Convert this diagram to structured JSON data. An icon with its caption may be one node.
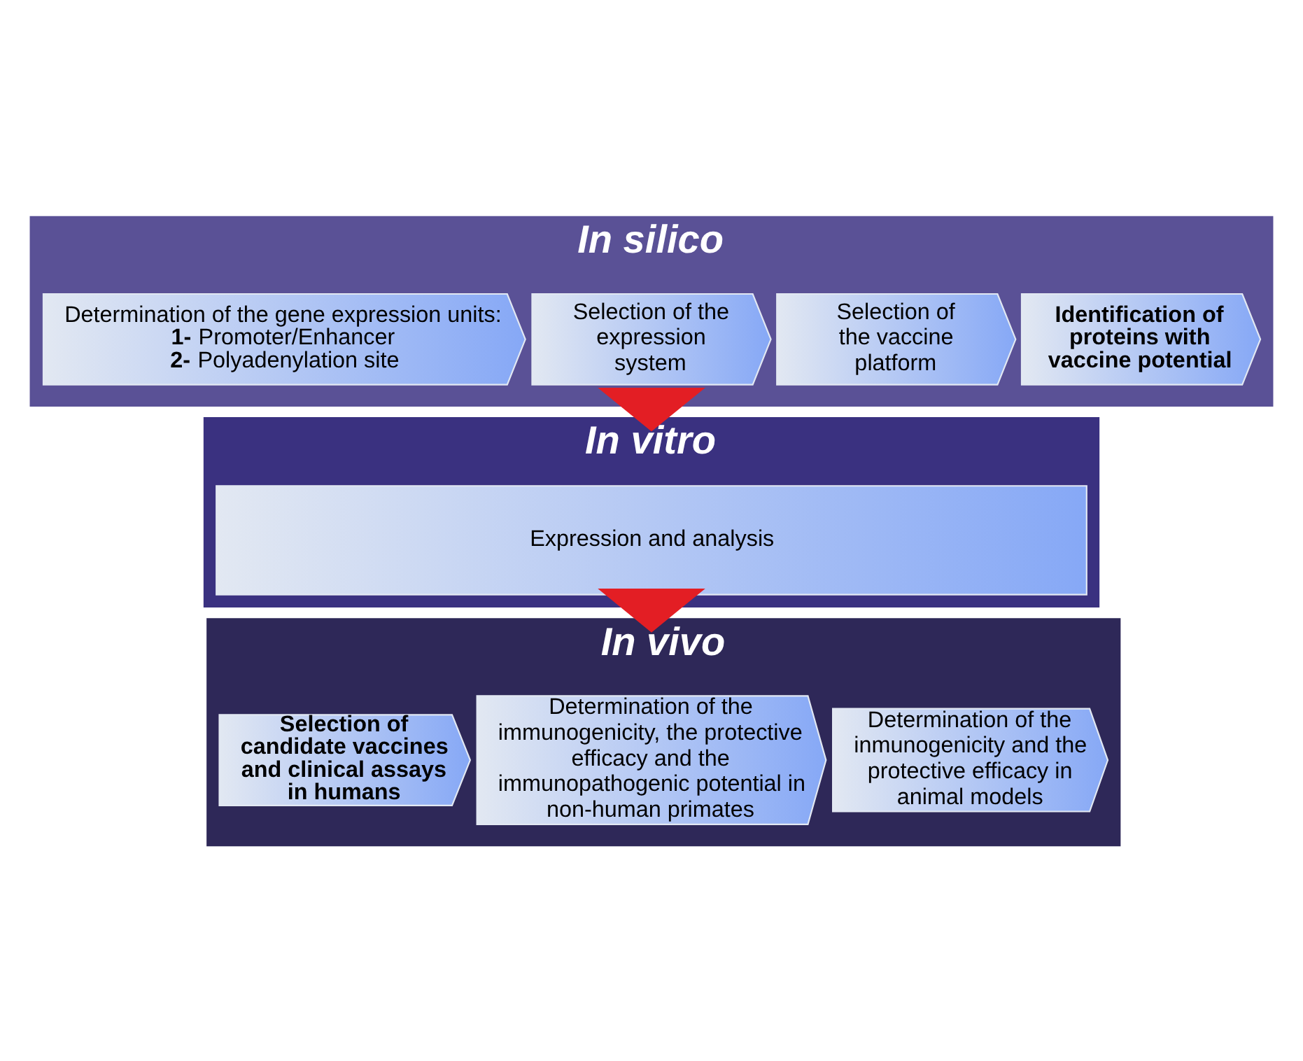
{
  "diagram": {
    "nodes": [
      {
        "text": [
          "In silico"
        ]
      },
      {
        "text": [
          "Identification of proteins with vaccine potential"
        ],
        "in": 0
      },
      {
        "text": [
          "Selection of the vaccine platform"
        ],
        "in": 0
      },
      {
        "text": [
          "Selection of the expression system"
        ],
        "in": 0
      },
      {
        "text": [
          "Determination of the gene expression units:",
          "**1-** Promoter/Enhancer",
          "**2-** Polyadenylation site"
        ],
        "in": 0
      },
      {
        "text": [
          "In vitro"
        ]
      },
      {
        "text": [
          "Expression and analysis"
        ],
        "in": 5
      },
      {
        "text": [
          "In vivo"
        ]
      },
      {
        "text": [
          "Determination of the inmunogenicity and the protective efficacy in animal models"
        ],
        "in": 7
      },
      {
        "text": [
          "Determination of the immunogenicity, the protective efficacy and the immunopathogenic potential in non-human primates"
        ],
        "in": 7
      },
      {
        "text": [
          "Selection of candidate vaccines and clinical assays in humans"
        ],
        "in": 7
      }
    ],
    "edges": [
      {
        "from": 0,
        "to": 5,
        "arrow": "to",
        "style": "thick",
        "color": "#e31e24"
      },
      {
        "from": 5,
        "to": 7,
        "arrow": "to",
        "style": "thick",
        "color": "#e31e24"
      }
    ]
  }
}
